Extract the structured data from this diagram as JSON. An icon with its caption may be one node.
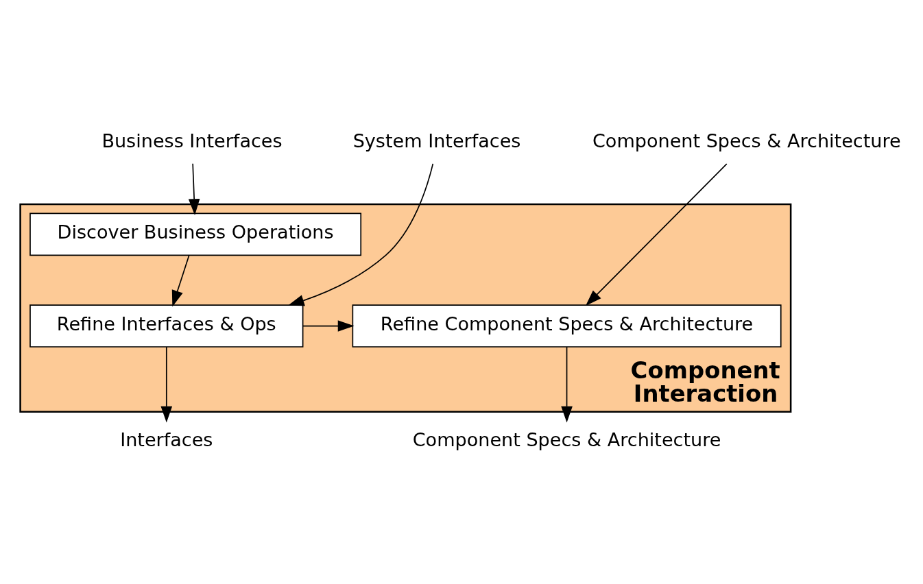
{
  "diagram": {
    "nodes": [
      {
        "text": [
          "Business Interfaces"
        ]
      },
      {
        "text": [
          "System Interfaces"
        ]
      },
      {
        "text": [
          "Component Specs & Architecture"
        ]
      },
      {
        "text": [
          "Component Interaction"
        ]
      },
      {
        "text": [
          "Discover Business Operations"
        ],
        "in": 3
      },
      {
        "text": [
          "Refine Interfaces & Ops"
        ],
        "in": 3
      },
      {
        "text": [
          "Refine Component Specs & Architecture"
        ],
        "in": 3
      },
      {
        "text": [
          "Interfaces"
        ]
      },
      {
        "text": [
          "Component Specs & Architecture"
        ]
      }
    ],
    "edges": [
      {
        "from": 0,
        "to": 4,
        "arrow": "to"
      },
      {
        "from": 4,
        "to": 5,
        "arrow": "to"
      },
      {
        "from": 1,
        "to": 5,
        "arrow": "to"
      },
      {
        "from": 2,
        "to": 6,
        "arrow": "to"
      },
      {
        "from": 5,
        "to": 6,
        "arrow": "to"
      },
      {
        "from": 5,
        "to": 7,
        "arrow": "to"
      },
      {
        "from": 6,
        "to": 8,
        "arrow": "to"
      }
    ]
  }
}
